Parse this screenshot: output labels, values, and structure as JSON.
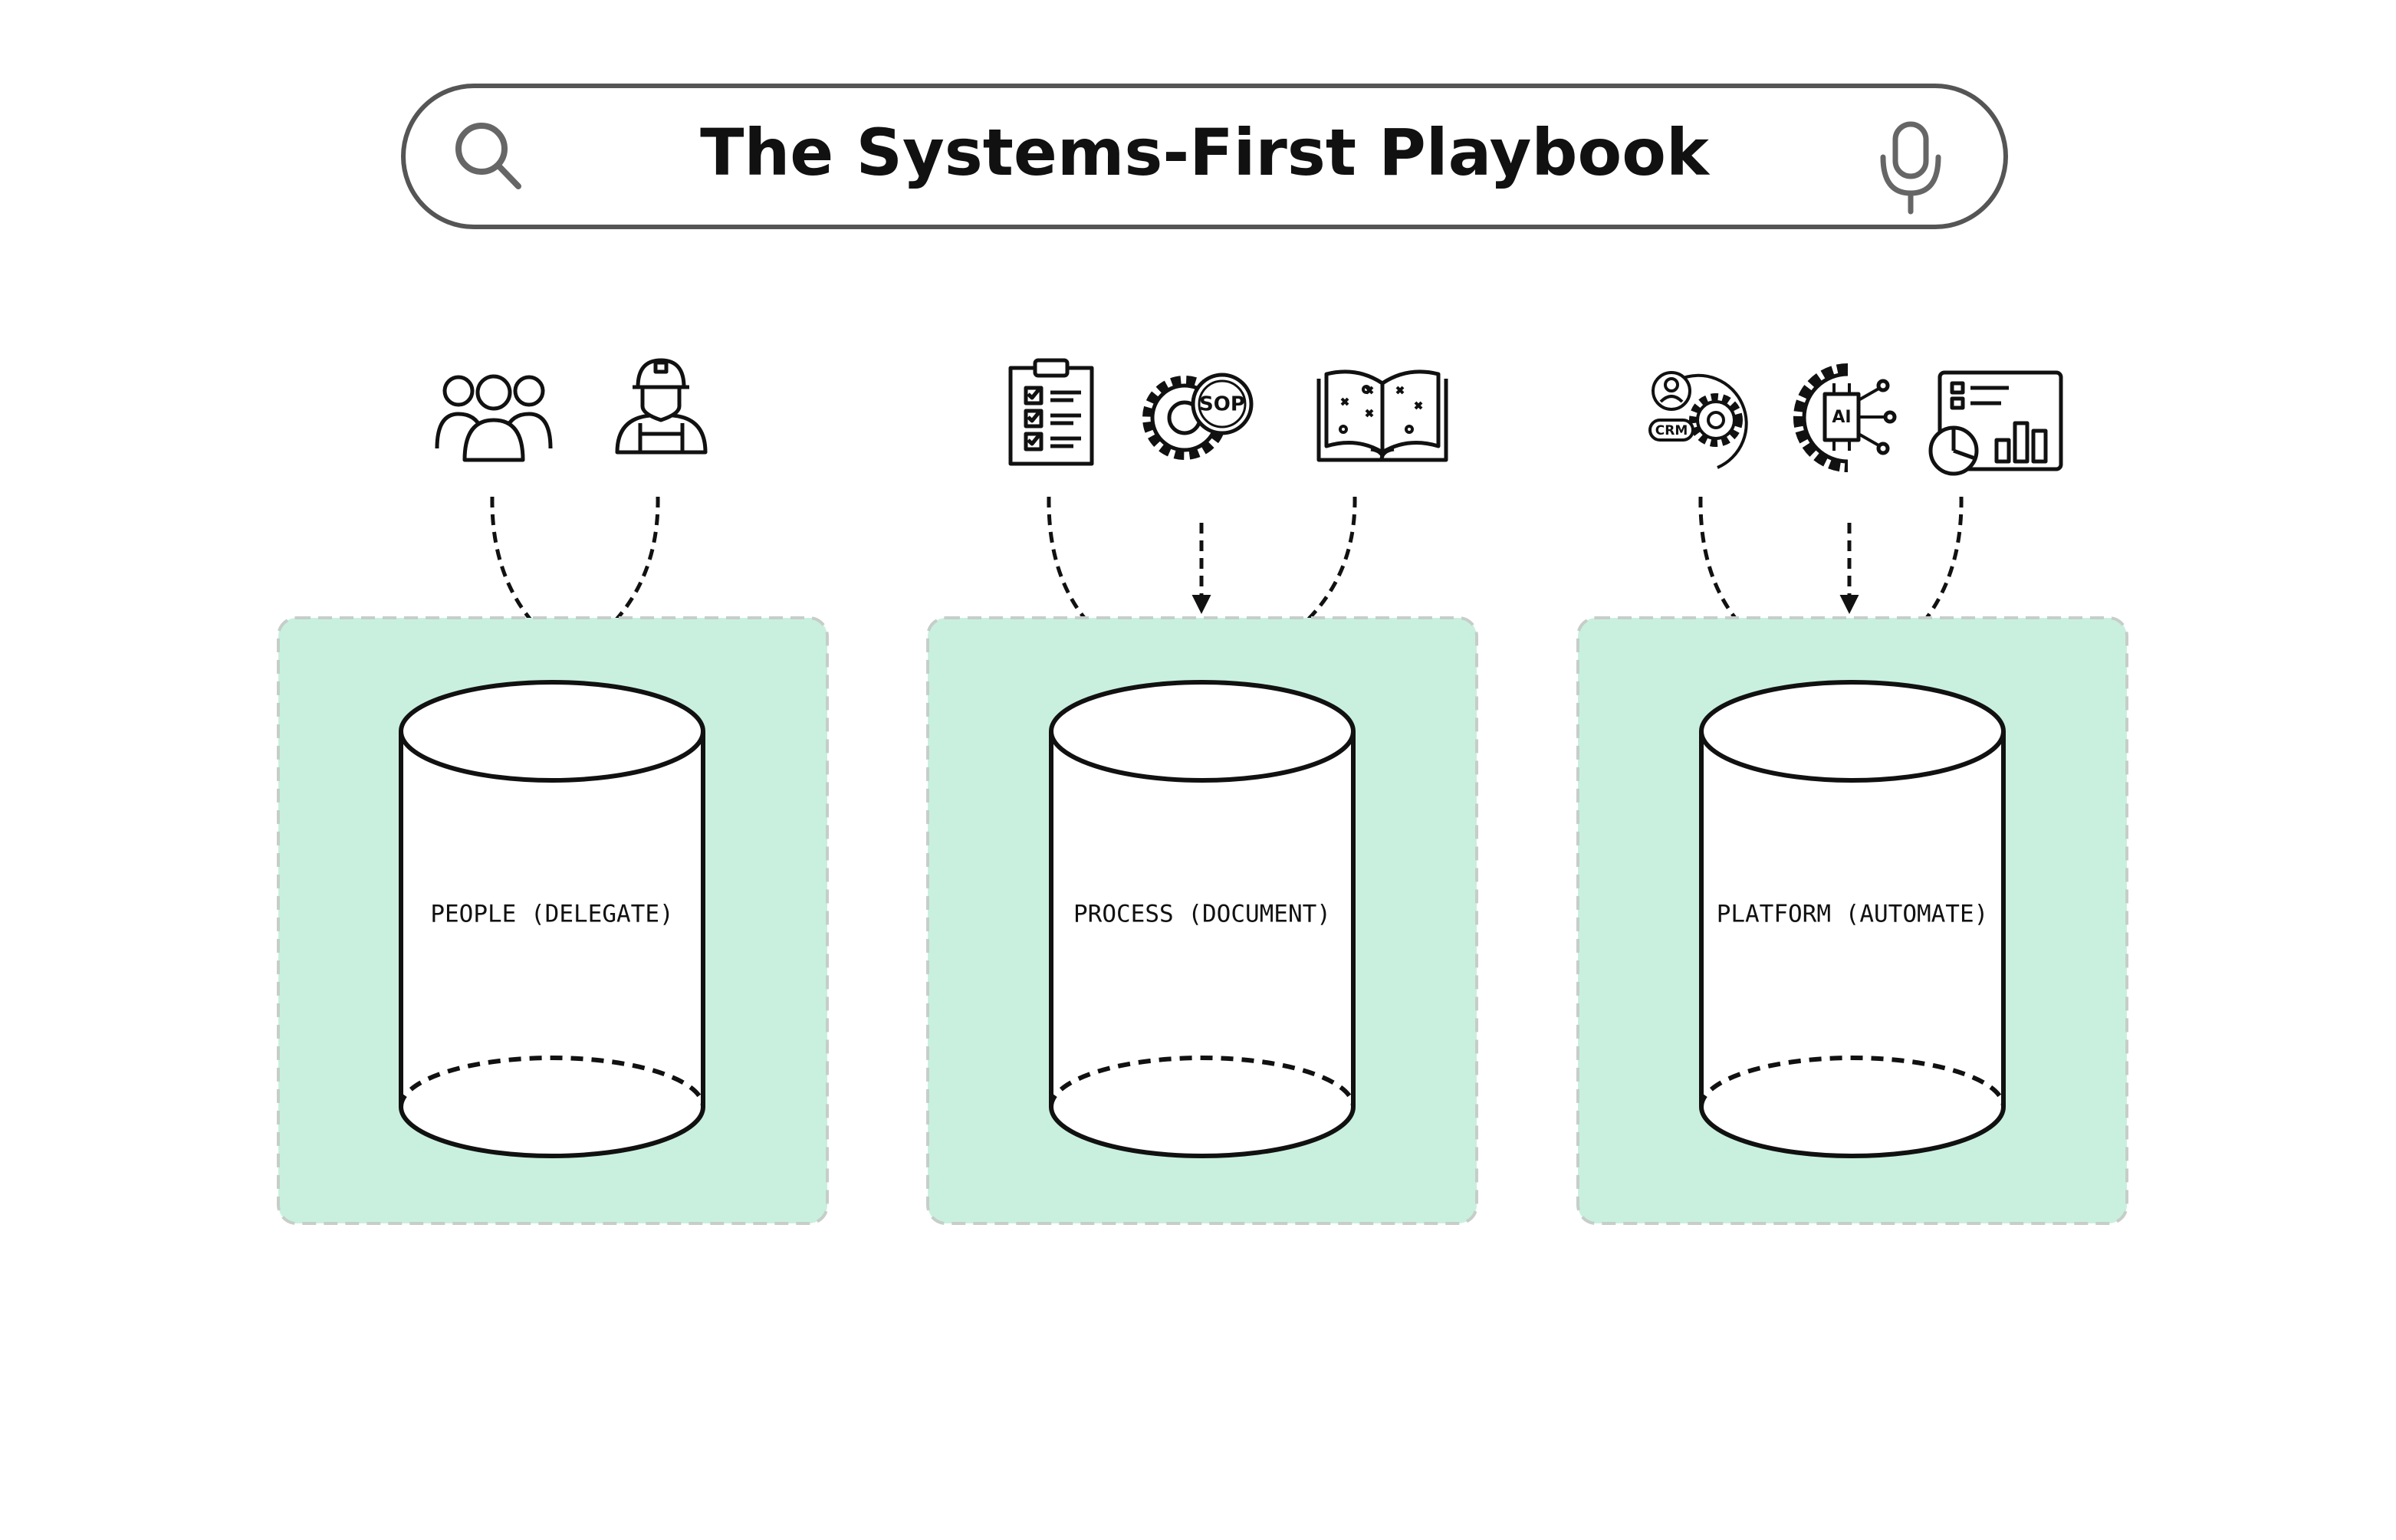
{
  "search_bar": {
    "title": "The Systems-First Playbook",
    "left_icon": "search-icon",
    "right_icon": "microphone-icon"
  },
  "colors": {
    "panel_fill": "#c9f0df",
    "panel_border": "#c6cec9",
    "stroke": "#111111",
    "pill_border": "#555555",
    "icon_gray": "#666666"
  },
  "columns": [
    {
      "id": "people",
      "label": "PEOPLE (DELEGATE)",
      "icons": [
        "team-group-icon",
        "worker-hardhat-icon"
      ]
    },
    {
      "id": "process",
      "label": "PROCESS (DOCUMENT)",
      "icons": [
        "checklist-clipboard-icon",
        "sop-gear-icon",
        "open-book-icon"
      ]
    },
    {
      "id": "platform",
      "label": "PLATFORM (AUTOMATE)",
      "icons": [
        "crm-cycle-icon",
        "ai-chip-gear-icon",
        "dashboard-chart-icon"
      ],
      "icon_badges": {
        "crm": "CRM",
        "ai": "AI"
      }
    }
  ],
  "process_badge": "SOP"
}
